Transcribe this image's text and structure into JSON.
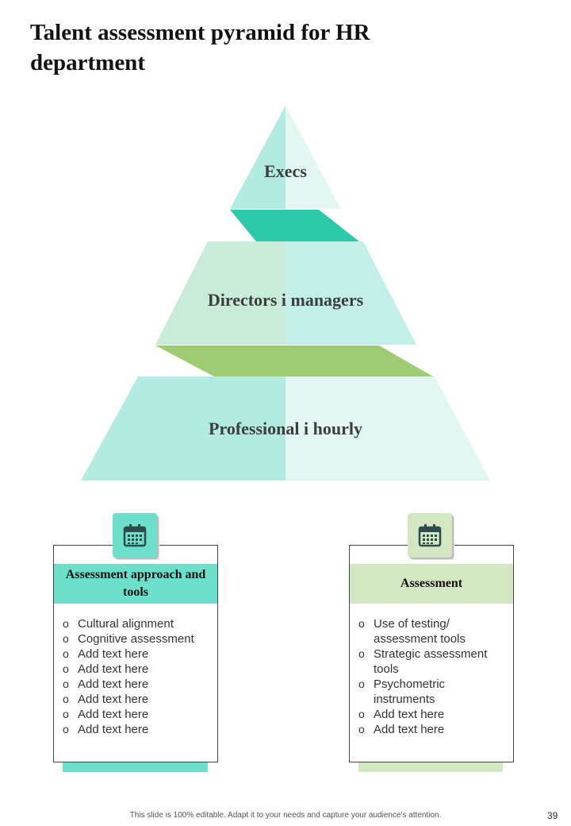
{
  "title": "Talent assessment pyramid for HR department",
  "pyramid": {
    "tiers": [
      "Execs",
      "Directors i managers",
      "Professional i hourly"
    ],
    "colors": {
      "top_left": "#b3ebe0",
      "top_right": "#e2f7f2",
      "connector1": "#2ec9a8",
      "mid_left": "#c9ebd9",
      "mid_right": "#c3efe8",
      "connector2": "#9ecb73",
      "bottom_left": "#b3ebe0",
      "bottom_right": "#e2f7f2"
    }
  },
  "cards": [
    {
      "icon": "calendar-icon",
      "accent": "#6ddfca",
      "heading": "Assessment approach and tools",
      "items": [
        "Cultural alignment",
        "Cognitive assessment",
        "Add text here",
        "Add text here",
        "Add text here",
        "Add text here",
        "Add text here",
        "Add text here"
      ]
    },
    {
      "icon": "calendar-icon",
      "accent": "#d3e8c2",
      "heading": "Assessment",
      "items": [
        "Use of testing/ assessment tools",
        "Strategic assessment tools",
        "Psychometric instruments",
        "Add text here",
        "Add text here"
      ]
    }
  ],
  "footer": "This slide is 100% editable. Adapt it to your needs and capture your audience's attention.",
  "page_number": "39"
}
